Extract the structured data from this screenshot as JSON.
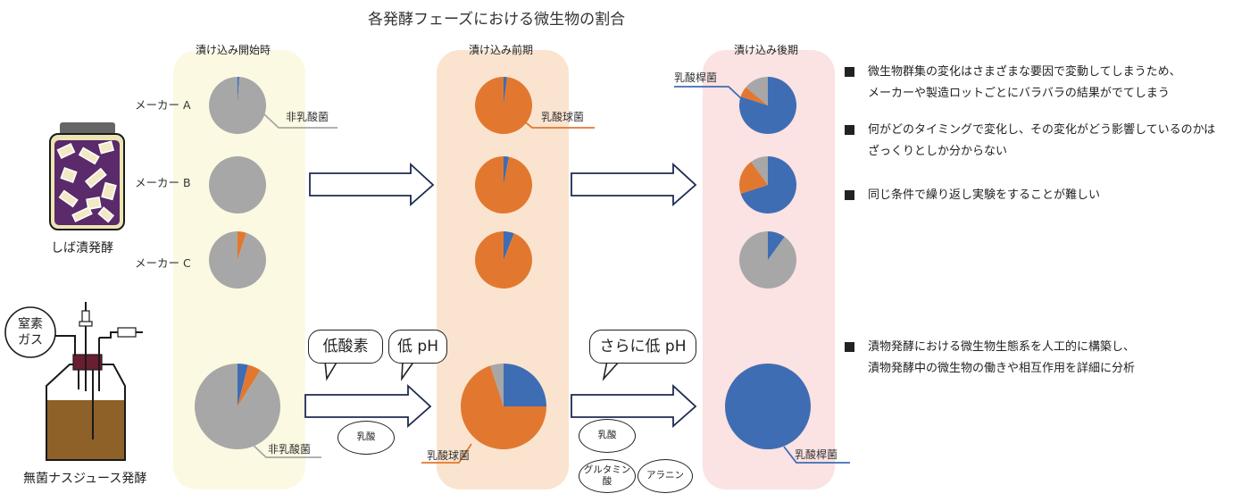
{
  "title": "各発酵フェーズにおける微生物の割合",
  "phases": [
    {
      "label": "漬け込み開始時",
      "color": "#fcf9e2"
    },
    {
      "label": "漬け込み前期",
      "color": "#fbe4cf"
    },
    {
      "label": "漬け込み後期",
      "color": "#fbe2e3"
    }
  ],
  "makers": [
    "メーカー A",
    "メーカー B",
    "メーカー C"
  ],
  "sources": {
    "shiba": "しば漬発酵",
    "nasu": "無菌ナスジュース発酵",
    "gas_line1": "窒素",
    "gas_line2": "ガス"
  },
  "bubbles": {
    "low_o2": "低酸素",
    "low_ph": "低 pH",
    "lower_ph": "さらに低 pH"
  },
  "metabolites": {
    "lactic_1": "乳酸",
    "lactic_2": "乳酸",
    "glutamic_line1": "グルタミン",
    "glutamic_line2": "酸",
    "alanine": "アラニン"
  },
  "leader_labels": {
    "nonlab_top": "非乳酸菌",
    "cocci_top": "乳酸球菌",
    "rods_top": "乳酸桿菌",
    "nonlab_bottom": "非乳酸菌",
    "cocci_bottom": "乳酸球菌",
    "rods_bottom": "乳酸桿菌"
  },
  "legend_colors": {
    "lactic_rods": "#3f6db3",
    "lactic_cocci": "#e2782f",
    "non_lab": "#a7a7a7"
  },
  "pie_fractions_note": "fractions: [rods, cocci, non-LAB]",
  "pies": {
    "start_A": [
      0.01,
      0.0,
      0.99
    ],
    "start_B": [
      0.0,
      0.0,
      1.0
    ],
    "start_C": [
      0.0,
      0.05,
      0.95
    ],
    "early_A": [
      0.02,
      0.98,
      0.0
    ],
    "early_B": [
      0.03,
      0.97,
      0.0
    ],
    "early_C": [
      0.06,
      0.94,
      0.0
    ],
    "late_A": [
      0.8,
      0.06,
      0.14
    ],
    "late_B": [
      0.7,
      0.2,
      0.1
    ],
    "late_C": [
      0.1,
      0.0,
      0.9
    ],
    "nasu_start": [
      0.04,
      0.05,
      0.91
    ],
    "nasu_early": [
      0.25,
      0.7,
      0.05
    ],
    "nasu_late": [
      1.0,
      0.0,
      0.0
    ]
  },
  "bullets": [
    [
      "微生物群集の変化はさまざまな要因で変動してしまうため、",
      "メーカーや製造ロットごとにバラバラの結果がでてしまう"
    ],
    [
      "何がどのタイミングで変化し、その変化がどう影響しているのかは",
      "ざっくりとしか分からない"
    ],
    [
      "同じ条件で繰り返し実験をすることが難しい"
    ],
    [
      "漬物発酵における微生物生態系を人工的に構築し、",
      "漬物発酵中の微生物の働きや相互作用を詳細に分析"
    ]
  ]
}
